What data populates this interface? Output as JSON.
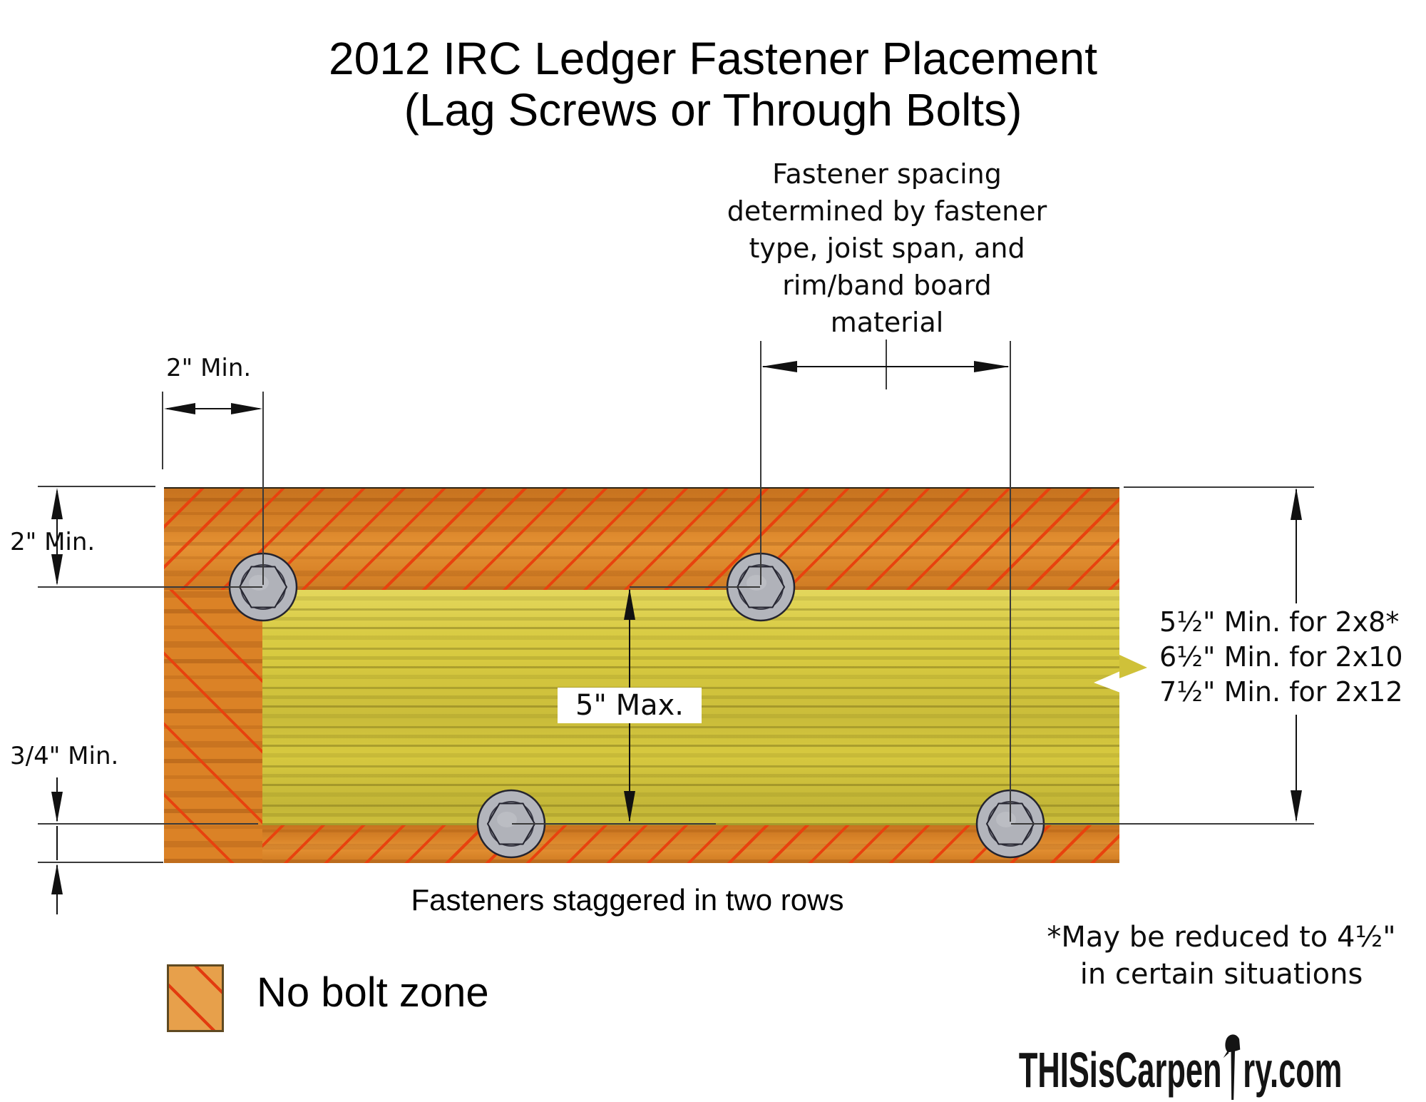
{
  "title": {
    "line1": "2012 IRC Ledger Fastener Placement",
    "line2": "(Lag Screws or Through Bolts)"
  },
  "callout": {
    "lines": [
      "Fastener spacing",
      "determined by fastener",
      "type, joist span, and",
      "rim/band board",
      "material"
    ]
  },
  "dimensions": {
    "edge_distance_top": "2\" Min.",
    "edge_distance_side": "2\" Min.",
    "bottom_edge_distance": "3/4\" Min.",
    "row_gap_max": "5\" Max.",
    "ledger_depths": [
      "5½\" Min. for 2x8*",
      "6½\" Min. for 2x10",
      "7½\" Min. for 2x12"
    ]
  },
  "notes": {
    "staggered": "Fasteners staggered in two rows",
    "footnote_line1": "*May be reduced to 4½\"",
    "footnote_line2": "in certain situations"
  },
  "legend": {
    "label": "No bolt zone"
  },
  "logo": {
    "full_text": "THISisCarpenTry.com",
    "prefix": "THISisCarpen",
    "suffix": "ry.com"
  },
  "colors": {
    "no_bolt_zone_orange": "#e08a2c",
    "hatch_red": "#e8420e",
    "ledger_yellow": "#d7c93f",
    "bolt_gray": "#b3b5bc",
    "line_black": "#1c1c1c"
  }
}
